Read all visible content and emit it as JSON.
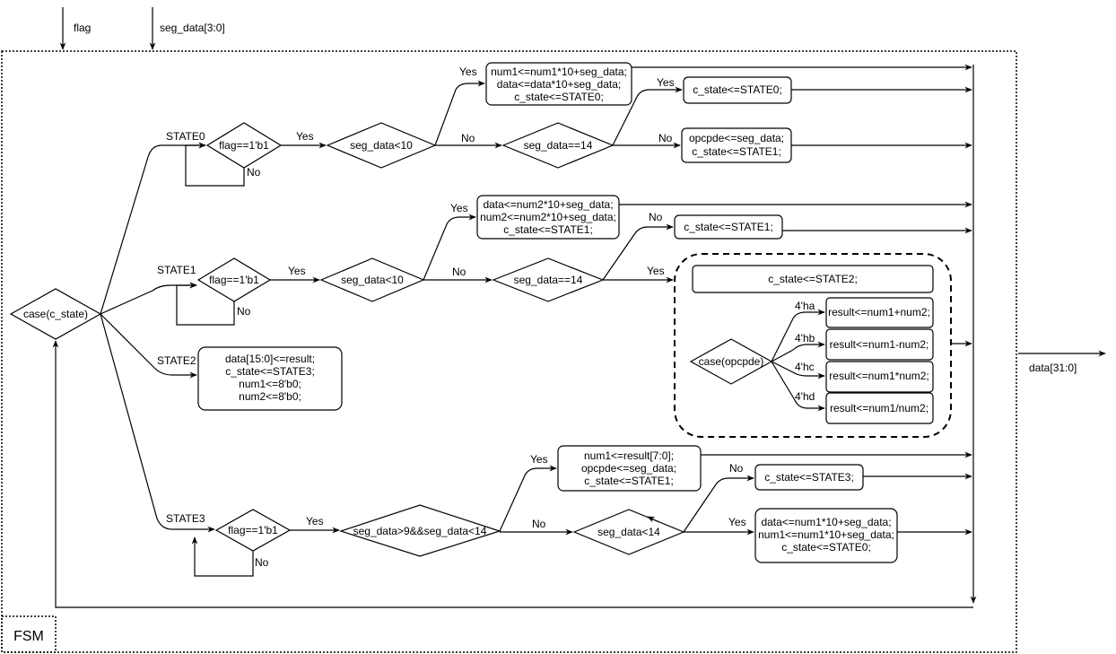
{
  "inputs": {
    "flag": "flag",
    "seg_data": "seg_data[3:0]"
  },
  "output": "data[31:0]",
  "module_label": "FSM",
  "case_state": "case(c_state)",
  "states": [
    "STATE0",
    "STATE1",
    "STATE2",
    "STATE3"
  ],
  "labels": {
    "yes": "Yes",
    "no": "No"
  },
  "flag_check": "flag==1'b1",
  "state0": {
    "cond1": "seg_data<10",
    "cond2": "seg_data==14",
    "box_lt10": [
      "num1<=num1*10+seg_data;",
      "data<=data*10+seg_data;",
      "c_state<=STATE0;"
    ],
    "box_eq14": "c_state<=STATE0;",
    "box_else": [
      "opcpde<=seg_data;",
      "c_state<=STATE1;"
    ]
  },
  "state1": {
    "cond1": "seg_data<10",
    "cond2": "seg_data==14",
    "box_lt10": [
      "data<=num2*10+seg_data;",
      "num2<=num2*10+seg_data;",
      "c_state<=STATE1;"
    ],
    "box_not14": "c_state<=STATE1;",
    "box_eq14": "c_state<=STATE2;",
    "case_op": "case(opcpde)",
    "ops": [
      {
        "code": "4'ha",
        "stmt": "result<=num1+num2;"
      },
      {
        "code": "4'hb",
        "stmt": "result<=num1-num2;"
      },
      {
        "code": "4'hc",
        "stmt": "result<=num1*num2;"
      },
      {
        "code": "4'hd",
        "stmt": "result<=num1/num2;"
      }
    ]
  },
  "state2": {
    "box": [
      "data[15:0]<=result;",
      "c_state<=STATE3;",
      "num1<=8'b0;",
      "num2<=8'b0;"
    ]
  },
  "state3": {
    "cond1": "seg_data>9&&seg_data<14",
    "cond2": "seg_data<14",
    "box_op": [
      "num1<=result[7:0];",
      "opcpde<=seg_data;",
      "c_state<=STATE1;"
    ],
    "box_not14": "c_state<=STATE3;",
    "box_lt14": [
      "data<=num1*10+seg_data;",
      "num1<=num1*10+seg_data;",
      "c_state<=STATE0;"
    ]
  }
}
